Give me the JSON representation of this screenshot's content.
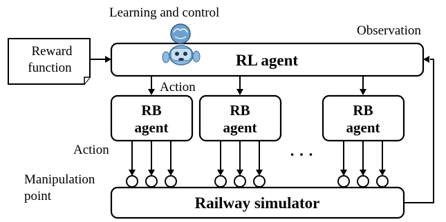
{
  "labels": {
    "learning_control": "Learning and control",
    "observation": "Observation",
    "reward_line1": "Reward",
    "reward_line2": "function",
    "rl_agent": "RL agent",
    "action_upper": "Action",
    "action_lower": "Action",
    "rb_line1": "RB",
    "rb_line2": "agent",
    "dots": "· · ·",
    "manipulation_line1": "Manipulation",
    "manipulation_line2": "point",
    "railway_simulator": "Railway simulator"
  },
  "rb_agents": [
    {
      "line1": "RB",
      "line2": "agent"
    },
    {
      "line1": "RB",
      "line2": "agent"
    },
    {
      "line1": "RB",
      "line2": "agent"
    }
  ],
  "icons": {
    "robot": "robot-icon"
  }
}
